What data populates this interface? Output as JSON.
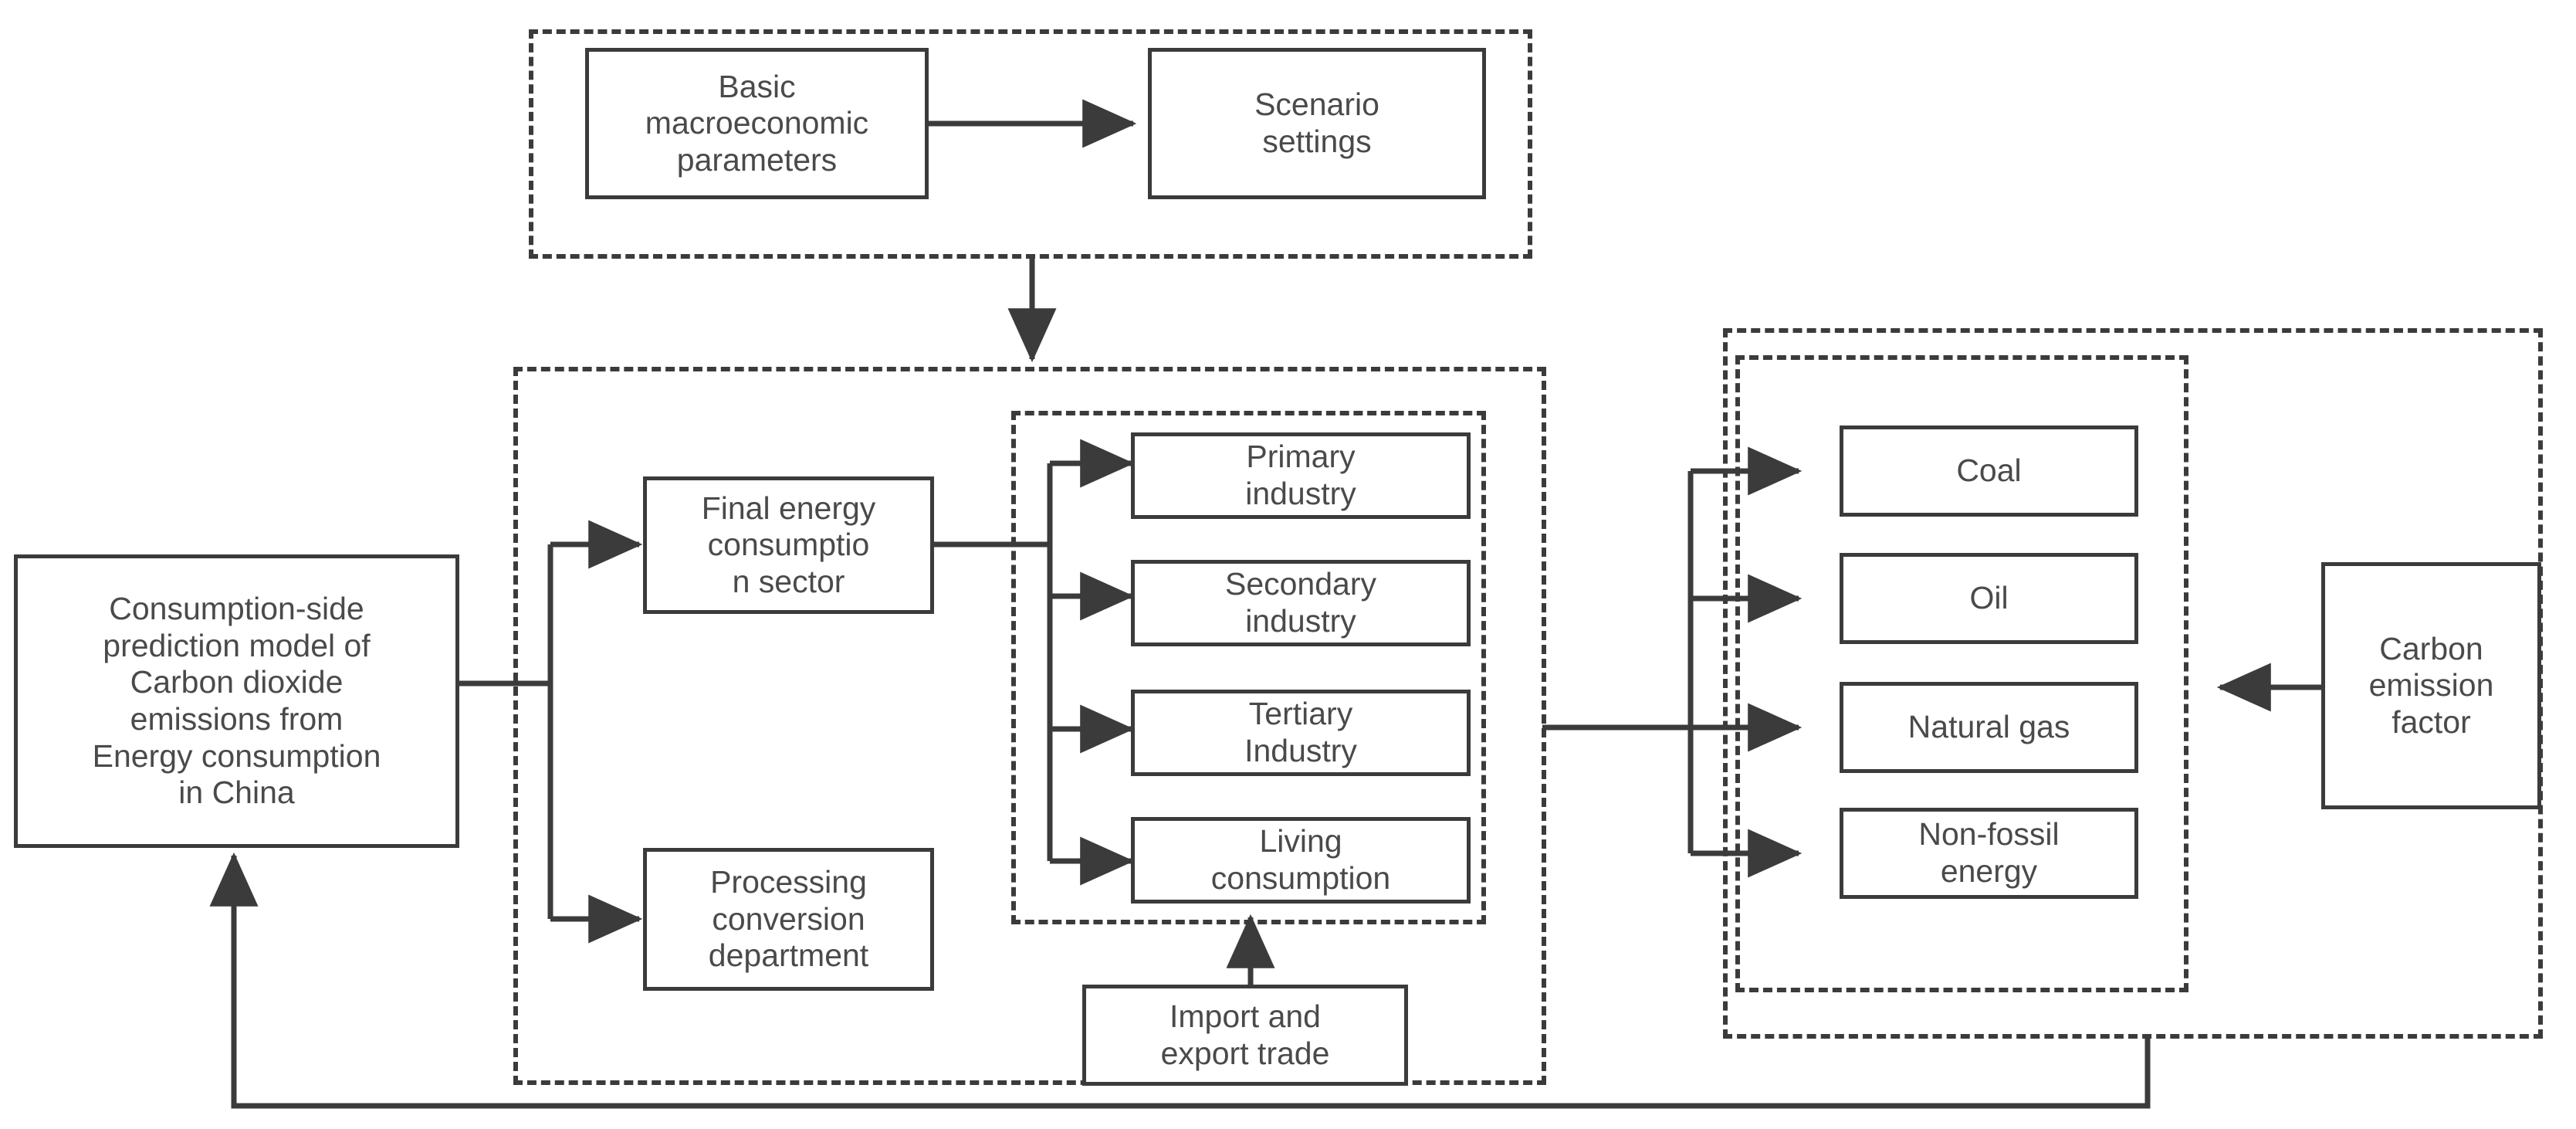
{
  "diagram": {
    "title": "Consumption-side prediction model of Carbon dioxide emissions from Energy consumption in China",
    "colors": {
      "stroke": "#3b3b3b",
      "text": "#4a4a4a",
      "background": "#ffffff"
    },
    "groups": [
      {
        "id": "scenario-group",
        "label": ""
      },
      {
        "id": "consumption-group",
        "label": ""
      },
      {
        "id": "sectors-group",
        "label": ""
      },
      {
        "id": "energy-outer-group",
        "label": ""
      },
      {
        "id": "energy-inner-group",
        "label": ""
      }
    ],
    "nodes": {
      "model": "Consumption-side\nprediction model of\nCarbon dioxide\nemissions from\nEnergy consumption\nin China",
      "basic_macro": "Basic\nmacroeconomic\nparameters",
      "scenario_settings": "Scenario\nsettings",
      "final_energy": "Final energy\nconsumptio\nn sector",
      "processing_conversion": "Processing\nconversion\ndepartment",
      "primary_industry": "Primary\nindustry",
      "secondary_industry": "Secondary\nindustry",
      "tertiary_industry": "Tertiary\nIndustry",
      "living_consumption": "Living\nconsumption",
      "import_export": "Import and\nexport trade",
      "coal": "Coal",
      "oil": "Oil",
      "natural_gas": "Natural gas",
      "non_fossil": "Non-fossil\nenergy",
      "carbon_factor": "Carbon\nemission\nfactor"
    },
    "edges": [
      {
        "from": "basic_macro",
        "to": "scenario_settings",
        "type": "arrow"
      },
      {
        "from": "scenario-group",
        "to": "consumption-group",
        "type": "arrow"
      },
      {
        "from": "model",
        "to": "final_energy",
        "type": "arrow"
      },
      {
        "from": "model",
        "to": "processing_conversion",
        "type": "arrow"
      },
      {
        "from": "final_energy",
        "to": "primary_industry",
        "type": "arrow"
      },
      {
        "from": "final_energy",
        "to": "secondary_industry",
        "type": "arrow"
      },
      {
        "from": "final_energy",
        "to": "tertiary_industry",
        "type": "arrow"
      },
      {
        "from": "final_energy",
        "to": "living_consumption",
        "type": "arrow"
      },
      {
        "from": "import_export",
        "to": "sectors-group",
        "type": "arrow"
      },
      {
        "from": "sectors-group",
        "to": "coal",
        "type": "arrow"
      },
      {
        "from": "sectors-group",
        "to": "oil",
        "type": "arrow"
      },
      {
        "from": "sectors-group",
        "to": "natural_gas",
        "type": "arrow"
      },
      {
        "from": "sectors-group",
        "to": "non_fossil",
        "type": "arrow"
      },
      {
        "from": "carbon_factor",
        "to": "energy-inner-group",
        "type": "arrow"
      },
      {
        "from": "energy-outer-group",
        "to": "model",
        "type": "arrow"
      }
    ]
  }
}
